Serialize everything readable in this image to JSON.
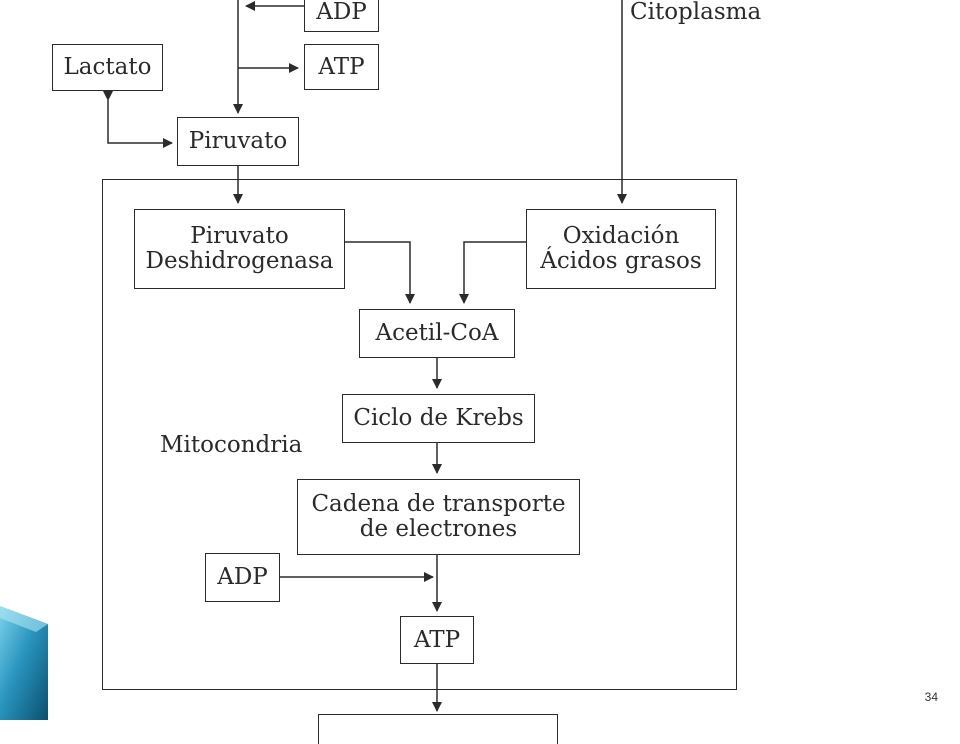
{
  "regions": {
    "cytoplasm_label": "Citoplasma",
    "mitochondria_label": "Mitocondria"
  },
  "boxes": {
    "adp_top": "ADP",
    "atp_top": "ATP",
    "lactate": "Lactato",
    "pyruvate": "Piruvato",
    "pdh_line1": "Piruvato",
    "pdh_line2": "Deshidrogenasa",
    "fa_ox_line1": "Oxidación",
    "fa_ox_line2": "Ácidos grasos",
    "acetyl_coa": "Acetil-CoA",
    "krebs": "Ciclo de Krebs",
    "etc_line1": "Cadena de transporte",
    "etc_line2": "de electrones",
    "adp_bottom": "ADP",
    "atp_bottom": "ATP"
  },
  "page_number": "34",
  "colors": {
    "line": "#2b2b2b",
    "accent_dark": "#0a4f6e",
    "accent_mid": "#1a7fa6",
    "accent_light": "#5fc0de"
  }
}
